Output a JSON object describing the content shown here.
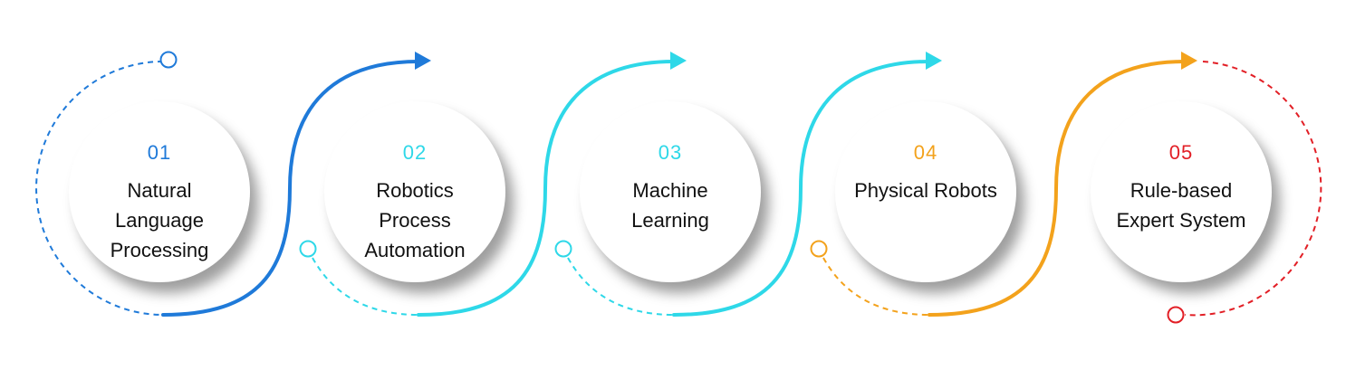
{
  "steps": [
    {
      "number": "01",
      "label": "Natural Language Processing",
      "color": "#1f7ad9"
    },
    {
      "number": "02",
      "label": "Robotics Process Automation",
      "color": "#2ed8e8"
    },
    {
      "number": "03",
      "label": "Machine Learning",
      "color": "#2ed8e8"
    },
    {
      "number": "04",
      "label": "Physical Robots",
      "color": "#f3a21c"
    },
    {
      "number": "05",
      "label": "Rule-based Expert System",
      "color": "#e21f26"
    }
  ],
  "connector_colors": {
    "dashed_1": "#1f7ad9",
    "solid_1": "#1f7ad9",
    "dashed_2": "#2ed8e8",
    "solid_2": "#2ed8e8",
    "dashed_3": "#2ed8e8",
    "solid_3": "#2ed8e8",
    "dashed_4": "#f3a21c",
    "solid_4": "#f3a21c",
    "dashed_5": "#e21f26"
  }
}
